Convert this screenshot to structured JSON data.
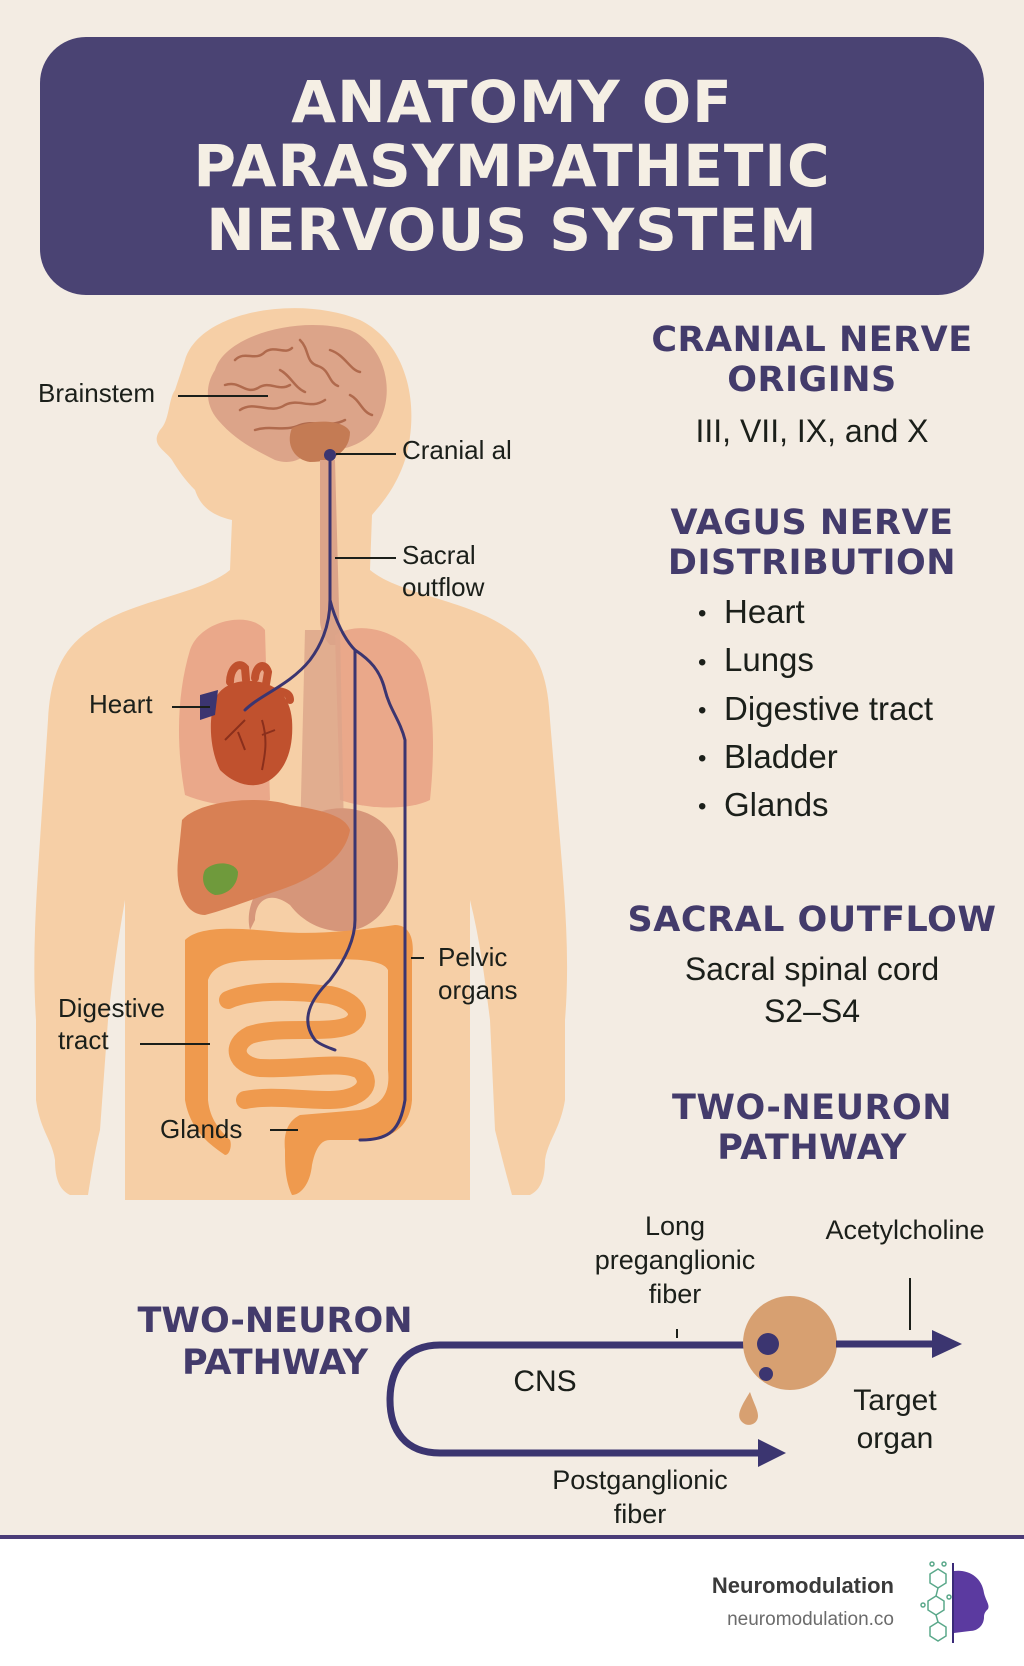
{
  "title": {
    "lines": [
      "ANATOMY OF",
      "PARASYMPATHETIC",
      "NERVOUS SYSTEM"
    ]
  },
  "figure_labels": {
    "brainstem": "Brainstem",
    "cranial": "Cranial al",
    "sacral_line1": "Sacral",
    "sacral_line2": "outflow",
    "heart": "Heart",
    "pelvic_line1": "Pelvic",
    "pelvic_line2": "organs",
    "digestive_line1": "Digestive",
    "digestive_line2": "tract",
    "glands": "Glands"
  },
  "sections": {
    "cranial": {
      "heading_line1": "CRANIAL NERVE",
      "heading_line2": "ORIGINS",
      "text": "III, VII, IX, and X"
    },
    "vagus": {
      "heading_line1": "VAGUS NERVE",
      "heading_line2": "DISTRIBUTION",
      "bullet": "•",
      "items": [
        "Heart",
        "Lungs",
        "Digestive tract",
        "Bladder",
        "Glands"
      ]
    },
    "sacral": {
      "heading": "SACRAL OUTFLOW",
      "text_line1": "Sacral spinal cord",
      "text_line2": "S2–S4"
    },
    "two_neuron_right": {
      "heading_line1": "TWO-NEURON",
      "heading_line2": "PATHWAY"
    }
  },
  "pathway": {
    "heading_line1": "TWO-NEURON",
    "heading_line2": "PATHWAY",
    "cns": "CNS",
    "preganglionic_line1": "Long",
    "preganglionic_line2": "preganglionic",
    "preganglionic_line3": "fiber",
    "acetylcholine": "Acetylcholine",
    "target_line1": "Target",
    "target_line2": "organ",
    "postganglionic_line1": "Postganglionic",
    "postganglionic_line2": "fiber"
  },
  "footer": {
    "brand": "Neuromodulation",
    "url": "neuromodulation.co",
    "logo_icon": "molecule-head-logo-icon"
  },
  "colors": {
    "background": "#f3ece3",
    "title_box": "#4a4373",
    "heading": "#433b6b",
    "nerve": "#3b3570",
    "skin": "#f6cfa6",
    "brain": "#dca489",
    "heart": "#c0512e",
    "liver": "#d88054",
    "intestine": "#ef9a4e",
    "ganglion": "#d7a071"
  }
}
